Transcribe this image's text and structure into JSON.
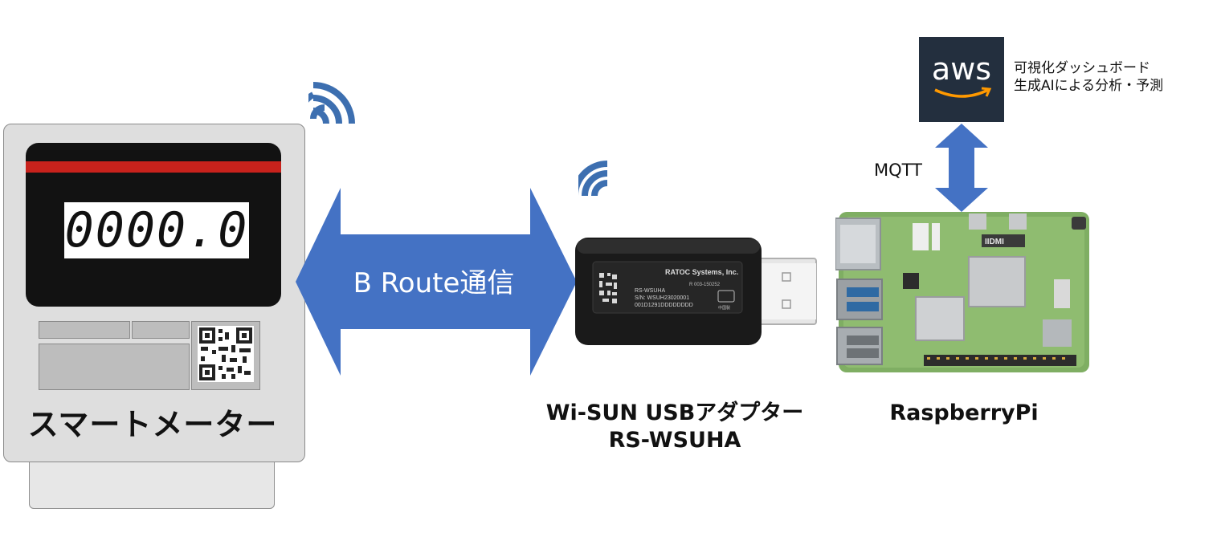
{
  "meter": {
    "display": "0000.0",
    "title": "スマートメーター"
  },
  "route": {
    "label": "B Route通信"
  },
  "adapter": {
    "caption_line1": "Wi-SUN USBアダプター",
    "caption_line2": "RS-WSUHA",
    "label_brand": "RATOC Systems, Inc.",
    "label_cert": "R 003-150252",
    "label_model": "RS-WSUHA",
    "label_serial": "S/N: WSUH23020001",
    "label_id": "001D1291DDDDDDDD",
    "label_origin": "中国製"
  },
  "raspberry": {
    "caption": "RaspberryPi",
    "port_text": "IIDMI"
  },
  "aws": {
    "logo": "aws",
    "desc_line1": "可視化ダッシュボード",
    "desc_line2": "生成AIによる分析・予測"
  },
  "mqtt": {
    "label": "MQTT"
  },
  "colors": {
    "arrow": "#4472c4",
    "wifi": "#3d6fb0",
    "aws_bg": "#232f3e",
    "aws_smile": "#ff9900",
    "meter_red": "#c8221c"
  },
  "icons": [
    "wifi-icon",
    "qr-code-icon",
    "usb-plug-icon",
    "aws-smile-icon"
  ]
}
